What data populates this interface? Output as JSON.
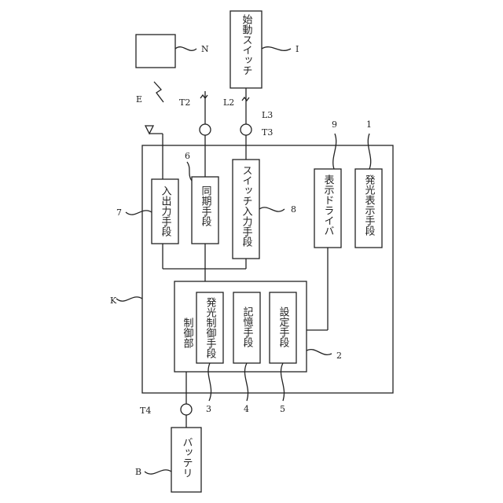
{
  "blocks": {
    "battery": "バッテリ",
    "start_switch": "始動スイッチ",
    "io_means": "入出力手段",
    "sync_means": "同期手段",
    "switch_input_means": "スイッチ入力手段",
    "display_driver": "表示ドライバ",
    "light_display_means": "発光表示手段",
    "control_unit": "制御部",
    "light_control_means": "発光制御手段",
    "storage_means": "記憶手段",
    "setting_means": "設定手段"
  },
  "labels": {
    "N": "N",
    "I": "I",
    "E": "E",
    "T2": "T2",
    "L2": "L2",
    "L3": "L3",
    "T3": "T3",
    "n9": "9",
    "n1": "1",
    "n6": "6",
    "n7": "7",
    "n8": "8",
    "K": "K",
    "n2": "2",
    "n3": "3",
    "n4": "4",
    "n5": "5",
    "T4": "T4",
    "B": "B"
  },
  "colors": {
    "line": "#222222",
    "background": "#ffffff"
  }
}
